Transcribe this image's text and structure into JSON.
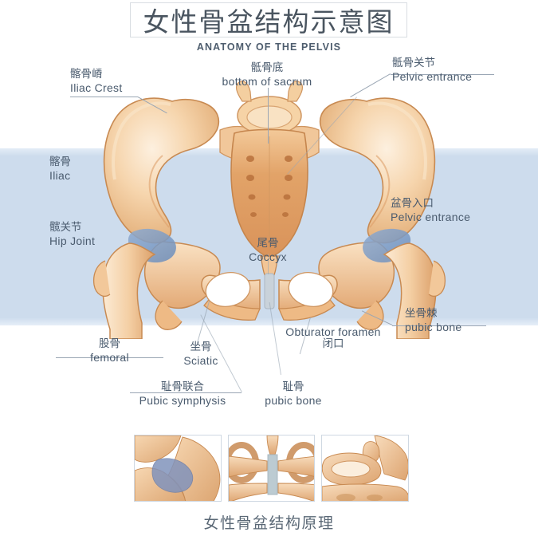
{
  "header": {
    "title_cn": "女性骨盆结构示意图",
    "subtitle_en": "ANATOMY OF THE PELVIS"
  },
  "footer": {
    "caption_cn": "女性骨盆结构原理"
  },
  "colors": {
    "band_blue": "#cddced",
    "bone_light": "#f7d9b6",
    "bone_mid": "#efc193",
    "bone_dark": "#d79a63",
    "sacrum": "#e0a266",
    "cartilage_blue": "#7b9bc4",
    "symphysis_gray": "#c3ccd4",
    "text": "#4a5b6e",
    "leader_line": "#9aa6b4",
    "title_border": "#d9dde2"
  },
  "labels": [
    {
      "id": "iliac-crest",
      "cn": "髂骨嵴",
      "en": "Iliac Crest"
    },
    {
      "id": "bottom-of-sacrum",
      "cn": "骶骨底",
      "en": "bottom of sacrum"
    },
    {
      "id": "sacral-joint",
      "cn": "骶骨关节",
      "en": "Pelvic entrance"
    },
    {
      "id": "iliac",
      "cn": "髂骨",
      "en": "Iliac"
    },
    {
      "id": "hip-joint",
      "cn": "髋关节",
      "en": "Hip Joint"
    },
    {
      "id": "pelvic-entrance",
      "cn": "盆骨入口",
      "en": "Pelvic entrance"
    },
    {
      "id": "coccyx",
      "cn": "尾骨",
      "en": "Coccyx"
    },
    {
      "id": "ischial-spine",
      "cn": "坐骨棘",
      "en": "pubic bone"
    },
    {
      "id": "femoral",
      "cn": "股骨",
      "en": "femoral"
    },
    {
      "id": "sciatic",
      "cn": "坐骨",
      "en": "Sciatic"
    },
    {
      "id": "obturator",
      "cn": "闭口",
      "en": "Obturator foramen"
    },
    {
      "id": "pubic-symphysis",
      "cn": "耻骨联合",
      "en": "Pubic symphysis"
    },
    {
      "id": "pubic-bone",
      "cn": "耻骨",
      "en": "pubic bone"
    }
  ],
  "thumbnails": [
    {
      "id": "thumb-hip-joint",
      "name": "hip-joint-detail"
    },
    {
      "id": "thumb-pubic-symphysis",
      "name": "pubic-symphysis-detail"
    },
    {
      "id": "thumb-obturator",
      "name": "obturator-detail"
    }
  ]
}
